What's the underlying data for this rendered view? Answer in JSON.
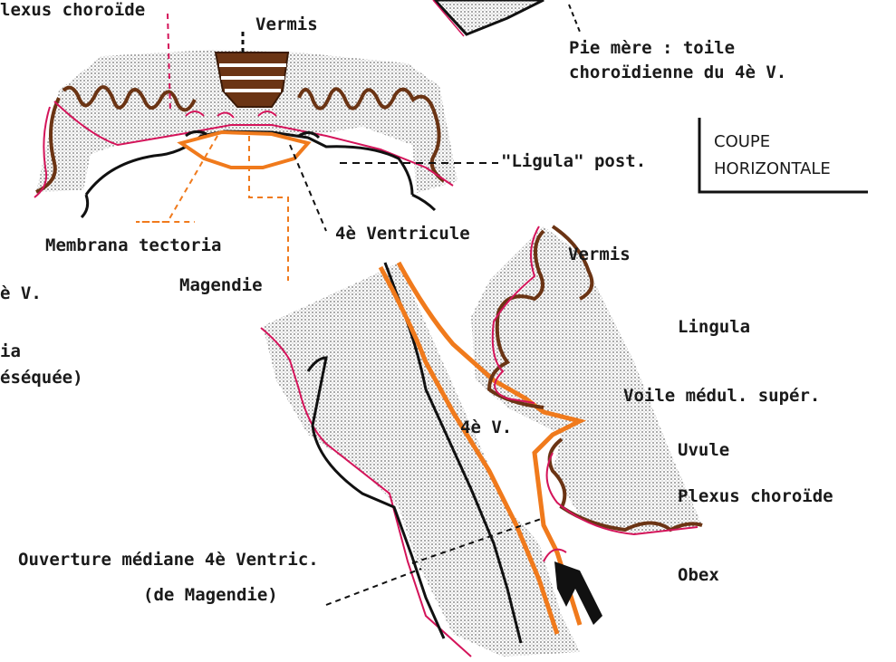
{
  "colors": {
    "outline": "#111111",
    "brown": "#6b3414",
    "orange": "#f07a1c",
    "magenta": "#d4145a",
    "stipple": "#7a7a7a"
  },
  "labels": {
    "plexus_top_left": "lexus choroïde",
    "vermis_top": "Vermis",
    "pie_mere": [
      "Pie mère : toile",
      "choroïdienne du 4è V."
    ],
    "ligula_post": "\"Ligula\" post.",
    "coupe": [
      "COUPE",
      "HORIZONTALE"
    ],
    "membrana": "Membrana tectoria",
    "ventricule4": "4è Ventricule",
    "magendie": "Magendie",
    "left_v": "è V.",
    "left_ia": "ia",
    "left_reseq": "éséquée)",
    "vermis_right": "Vermis",
    "lingula": "Lingula",
    "voile": "Voile médul. supér.",
    "fourth_v": "4è V.",
    "uvule": "Uvule",
    "plexus_right": "Plexus choroïde",
    "obex": "Obex",
    "ouverture": "Ouverture médiane 4è Ventric.",
    "de_magendie": "(de Magendie)"
  }
}
